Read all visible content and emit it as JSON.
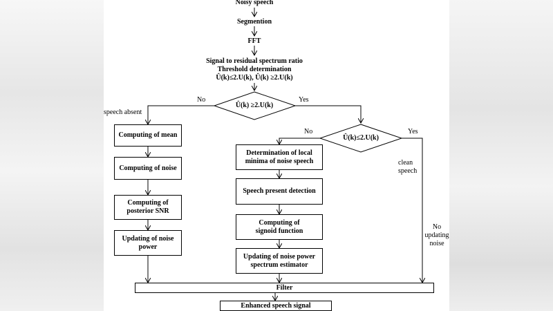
{
  "diagram": {
    "steps_top": {
      "noisy_speech": "Noisy speech",
      "segmentation": "Segmention",
      "fft": "FFT",
      "ratio": "Signal to residual spectrum ratio",
      "threshold": "Threshold determination",
      "conditions": "Û(k)≤2.U(k), Û(k) ≥2.U(k)"
    },
    "decision_1": {
      "label": "Û(k) ≥2.U(k)",
      "no": "No",
      "yes": "Yes"
    },
    "decision_2": {
      "label": "Û(k)≤2.U(k)",
      "no": "No",
      "yes": "Yes"
    },
    "left_branch": {
      "note": "speech absent",
      "boxes": [
        "Computing of mean",
        "Computing of noise",
        "Computing of posterior SNR",
        "Updating of noise power"
      ]
    },
    "middle_branch": {
      "boxes": [
        "Determination of local minima of noise speech",
        "Speech present detection",
        "Computing of signoid function",
        "Updating of noise power spectrum estimator"
      ]
    },
    "right_branch": {
      "clean_note": "clean speech",
      "no_update_note": "No updating noise"
    },
    "filter": "Filter",
    "output": "Enhanced speech signal"
  }
}
